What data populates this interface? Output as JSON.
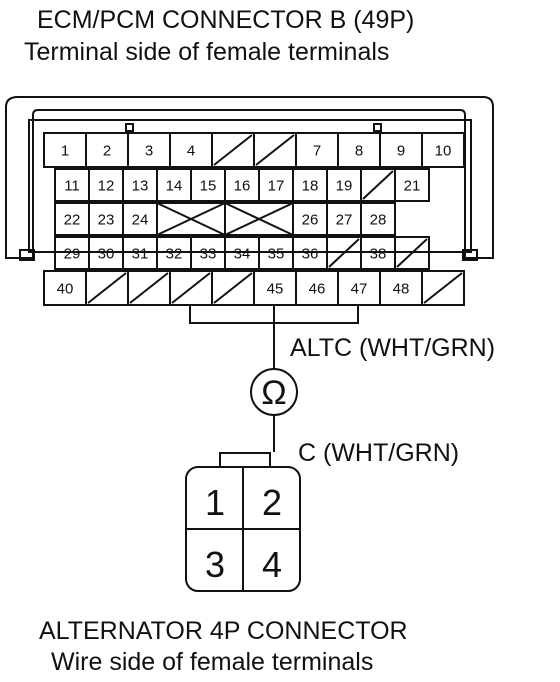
{
  "ecm_connector": {
    "title": "ECM/PCM CONNECTOR B (49P)",
    "subtitle": "Terminal side of female terminals",
    "rows": [
      [
        "1",
        "2",
        "3",
        "4",
        "/",
        "/",
        "7",
        "8",
        "9",
        "10"
      ],
      [
        "11",
        "12",
        "13",
        "14",
        "15",
        "16",
        "17",
        "18",
        "19",
        "/",
        "21"
      ],
      [
        "22",
        "23",
        "24",
        "X",
        "X",
        "X",
        "X",
        "26",
        "27",
        "28"
      ],
      [
        "29",
        "30",
        "31",
        "32",
        "33",
        "34",
        "35",
        "36",
        "/",
        "38",
        "/"
      ],
      [
        "40",
        "/",
        "/",
        "/",
        "/",
        "45",
        "46",
        "47",
        "48",
        "/"
      ]
    ]
  },
  "signals": {
    "ecm_wire": "ALTC (WHT/GRN)",
    "meter_symbol": "Ω",
    "alt_wire": "C (WHT/GRN)"
  },
  "alternator_connector": {
    "title": "ALTERNATOR 4P CONNECTOR",
    "subtitle": "Wire side of female terminals",
    "terminals": [
      "1",
      "2",
      "3",
      "4"
    ]
  }
}
